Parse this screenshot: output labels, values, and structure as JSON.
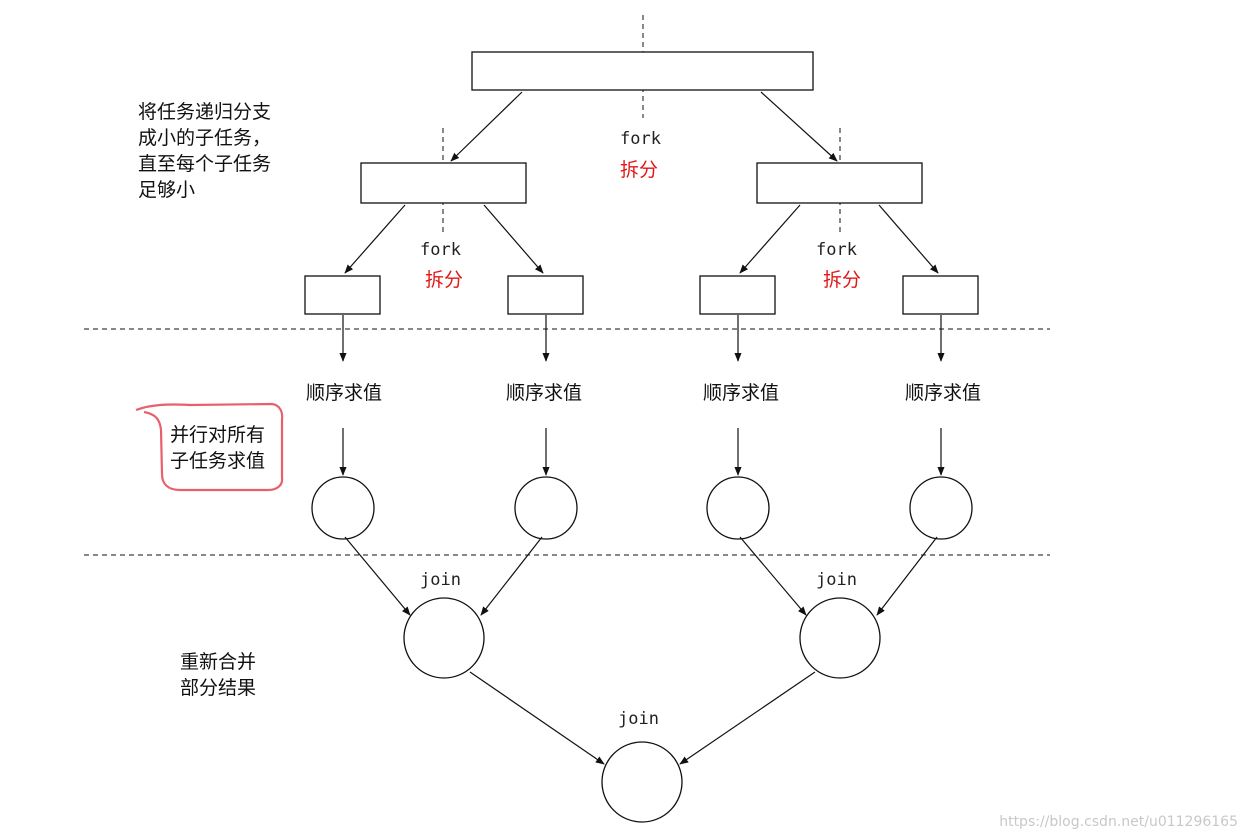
{
  "annotations": {
    "split": [
      "将任务递归分支",
      "成小的子任务，",
      "直至每个子任务",
      "足够小"
    ],
    "parallel": [
      "并行对所有",
      "子任务求值"
    ],
    "merge": [
      "重新合并",
      "部分结果"
    ]
  },
  "labels": {
    "fork": "fork",
    "fork_cn": "拆分",
    "sequential": "顺序求值",
    "join": "join"
  },
  "watermark": "https://blog.csdn.net/u011296165"
}
